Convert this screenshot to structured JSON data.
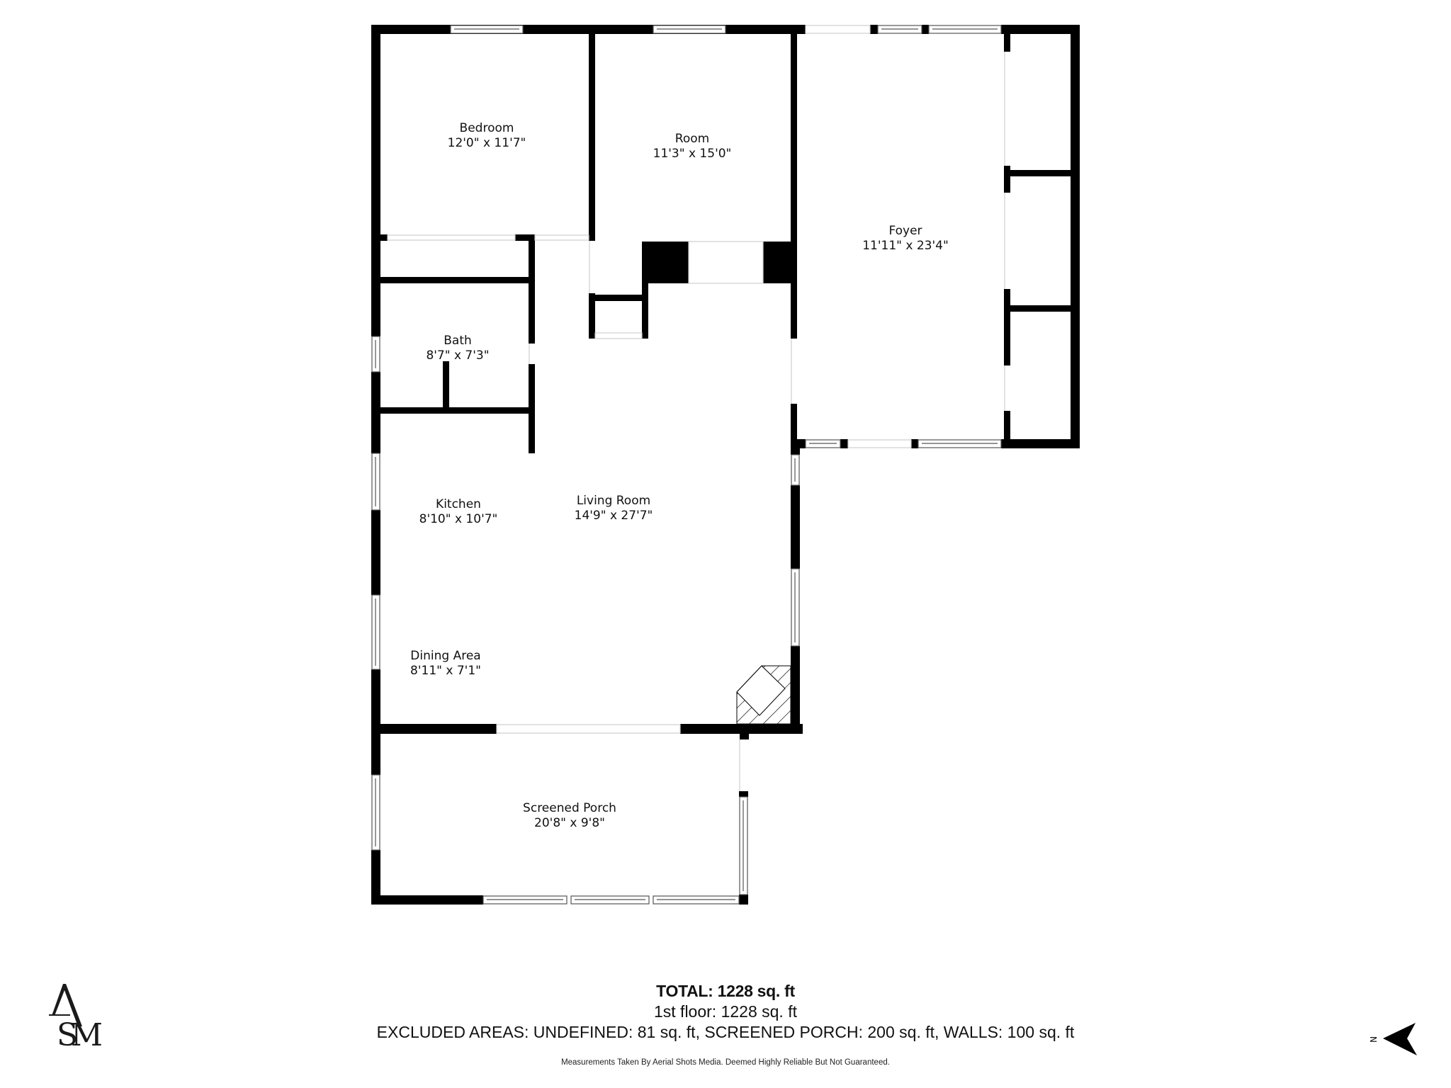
{
  "plan": {
    "rooms": [
      {
        "id": "bedroom",
        "name": "Bedroom",
        "dims": "12'0\" x 11'7\""
      },
      {
        "id": "room",
        "name": "Room",
        "dims": "11'3\" x 15'0\""
      },
      {
        "id": "foyer",
        "name": "Foyer",
        "dims": "11'11\" x 23'4\""
      },
      {
        "id": "bath",
        "name": "Bath",
        "dims": "8'7\" x 7'3\""
      },
      {
        "id": "kitchen",
        "name": "Kitchen",
        "dims": "8'10\" x 10'7\""
      },
      {
        "id": "living-room",
        "name": "Living Room",
        "dims": "14'9\" x 27'7\""
      },
      {
        "id": "dining-area",
        "name": "Dining Area",
        "dims": "8'11\" x 7'1\""
      },
      {
        "id": "screened-porch",
        "name": "Screened Porch",
        "dims": "20'8\" x 9'8\""
      }
    ],
    "colors": {
      "wall": "#000000",
      "background": "#ffffff",
      "window_stroke": "#555555",
      "opening": "#cccccc"
    }
  },
  "summary": {
    "total": "TOTAL: 1228 sq. ft",
    "floor": "1st floor: 1228 sq. ft",
    "excluded": "EXCLUDED AREAS: UNDEFINED: 81 sq. ft, SCREENED PORCH: 200 sq. ft, WALLS: 100 sq. ft",
    "disclaimer": "Measurements Taken By Aerial Shots Media. Deemed Highly Reliable But Not Guaranteed."
  },
  "logo": {
    "letters": [
      "A",
      "S",
      "M"
    ]
  },
  "compass": {
    "label": "N",
    "icon": "north-arrow-icon"
  }
}
